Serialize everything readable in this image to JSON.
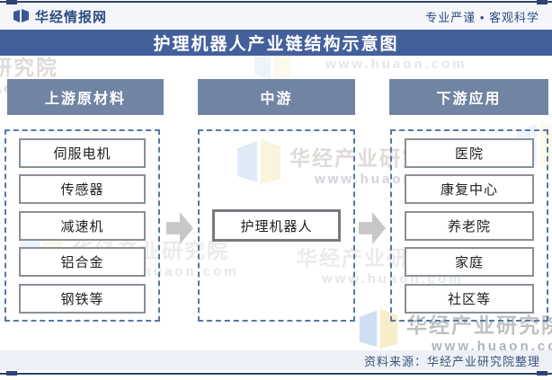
{
  "topbar": {
    "brand": "华经情报网",
    "slogan": "专业严谨 • 客观科学"
  },
  "title": "护理机器人产业链结构示意图",
  "chain": {
    "columns": [
      {
        "header": "上游原材料",
        "items": [
          "伺服电机",
          "传感器",
          "减速机",
          "铝合金",
          "钢铁等"
        ]
      },
      {
        "header": "中游",
        "items": [
          "护理机器人"
        ]
      },
      {
        "header": "下游应用",
        "items": [
          "医院",
          "康复中心",
          "养老院",
          "家庭",
          "社区等"
        ]
      }
    ]
  },
  "footer": {
    "source": "资料来源：华经产业研究院整理"
  },
  "watermark": {
    "name": "华经产业研究院",
    "url": "www.huaon.com"
  },
  "colors": {
    "title_bar": "#44609c",
    "column_header": "#7284a3",
    "accent_line": "#2e4372",
    "topbar_bg": "#f4f6fa",
    "footer_bg": "#edf0f6",
    "arrow": "#c7c7c7",
    "dashed_border": "#5578aa",
    "brand_text": "#2f4b80"
  },
  "icons": {
    "brand_logo": "open-book-logo",
    "arrows": "right-block-arrow"
  }
}
